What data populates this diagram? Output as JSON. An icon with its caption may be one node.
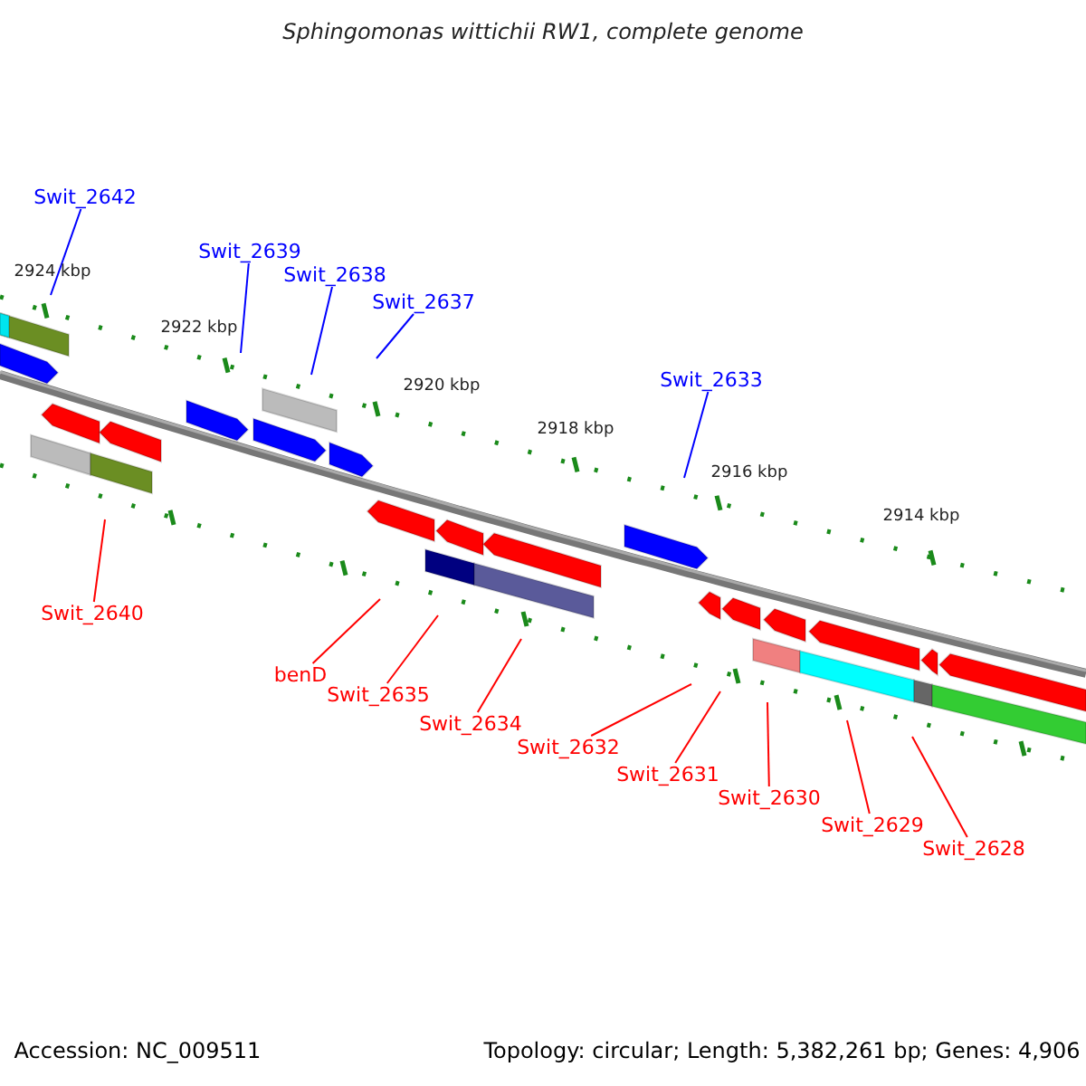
{
  "diagram": {
    "title": "Sphingomonas wittichii RW1, complete genome",
    "nodes": [
      {
        "text": [
          "Swit_2642"
        ]
      },
      {
        "text": [
          "Swit_2639"
        ]
      },
      {
        "text": [
          "Swit_2638"
        ]
      },
      {
        "text": [
          "Swit_2637"
        ]
      },
      {
        "text": [
          "Swit_2633"
        ]
      },
      {
        "text": [
          "Swit_2640"
        ]
      },
      {
        "text": [
          "benD"
        ]
      },
      {
        "text": [
          "Swit_2635"
        ]
      },
      {
        "text": [
          "Swit_2634"
        ]
      },
      {
        "text": [
          "Swit_2632"
        ]
      },
      {
        "text": [
          "Swit_2631"
        ]
      },
      {
        "text": [
          "Swit_2630"
        ]
      },
      {
        "text": [
          "Swit_2629"
        ]
      },
      {
        "text": [
          "Swit_2628"
        ]
      }
    ],
    "edges": [
      {
        "from": 0,
        "to": null,
        "arrow": "none",
        "color": "#0000ff"
      },
      {
        "from": 1,
        "to": null,
        "arrow": "none",
        "color": "#0000ff"
      },
      {
        "from": 2,
        "to": null,
        "arrow": "none",
        "color": "#0000ff"
      },
      {
        "from": 3,
        "to": null,
        "arrow": "none",
        "color": "#0000ff"
      },
      {
        "from": 4,
        "to": null,
        "arrow": "none",
        "color": "#0000ff"
      },
      {
        "from": 5,
        "to": null,
        "arrow": "none"
      },
      {
        "from": 6,
        "to": null,
        "arrow": "none"
      },
      {
        "from": 7,
        "to": null,
        "arrow": "none"
      },
      {
        "from": 8,
        "to": null,
        "arrow": "none"
      },
      {
        "from": 9,
        "to": null,
        "arrow": "none"
      },
      {
        "from": 10,
        "to": null,
        "arrow": "none"
      },
      {
        "from": 11,
        "to": null,
        "arrow": "none"
      },
      {
        "from": 12,
        "to": null,
        "arrow": "none"
      },
      {
        "from": 13,
        "to": null,
        "arrow": "none"
      }
    ],
    "labels": [
      "2924 kbp",
      "2922 kbp",
      "2920 kbp",
      "2918 kbp",
      "2916 kbp",
      "2914 kbp",
      "Accession: NC_009511",
      "Topology: circular; Length: 5,382,261 bp; Genes: 4,906"
    ]
  }
}
